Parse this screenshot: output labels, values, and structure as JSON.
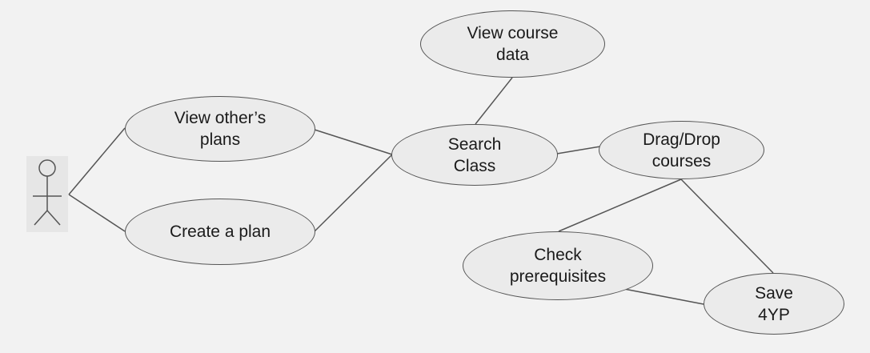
{
  "diagram": {
    "actor": {
      "icon": "stick-figure-actor-icon"
    },
    "use_cases": {
      "view_others_plans": "View other’s\nplans",
      "create_a_plan": "Create a plan",
      "search_class": "Search\nClass",
      "view_course_data": "View course\ndata",
      "drag_drop_courses": "Drag/Drop\ncourses",
      "check_prerequisites": "Check\nprerequisites",
      "save_4yp": "Save\n4YP"
    },
    "colors": {
      "background": "#f2f2f2",
      "ellipse_fill": "#ebebeb",
      "stroke": "#555555"
    }
  }
}
